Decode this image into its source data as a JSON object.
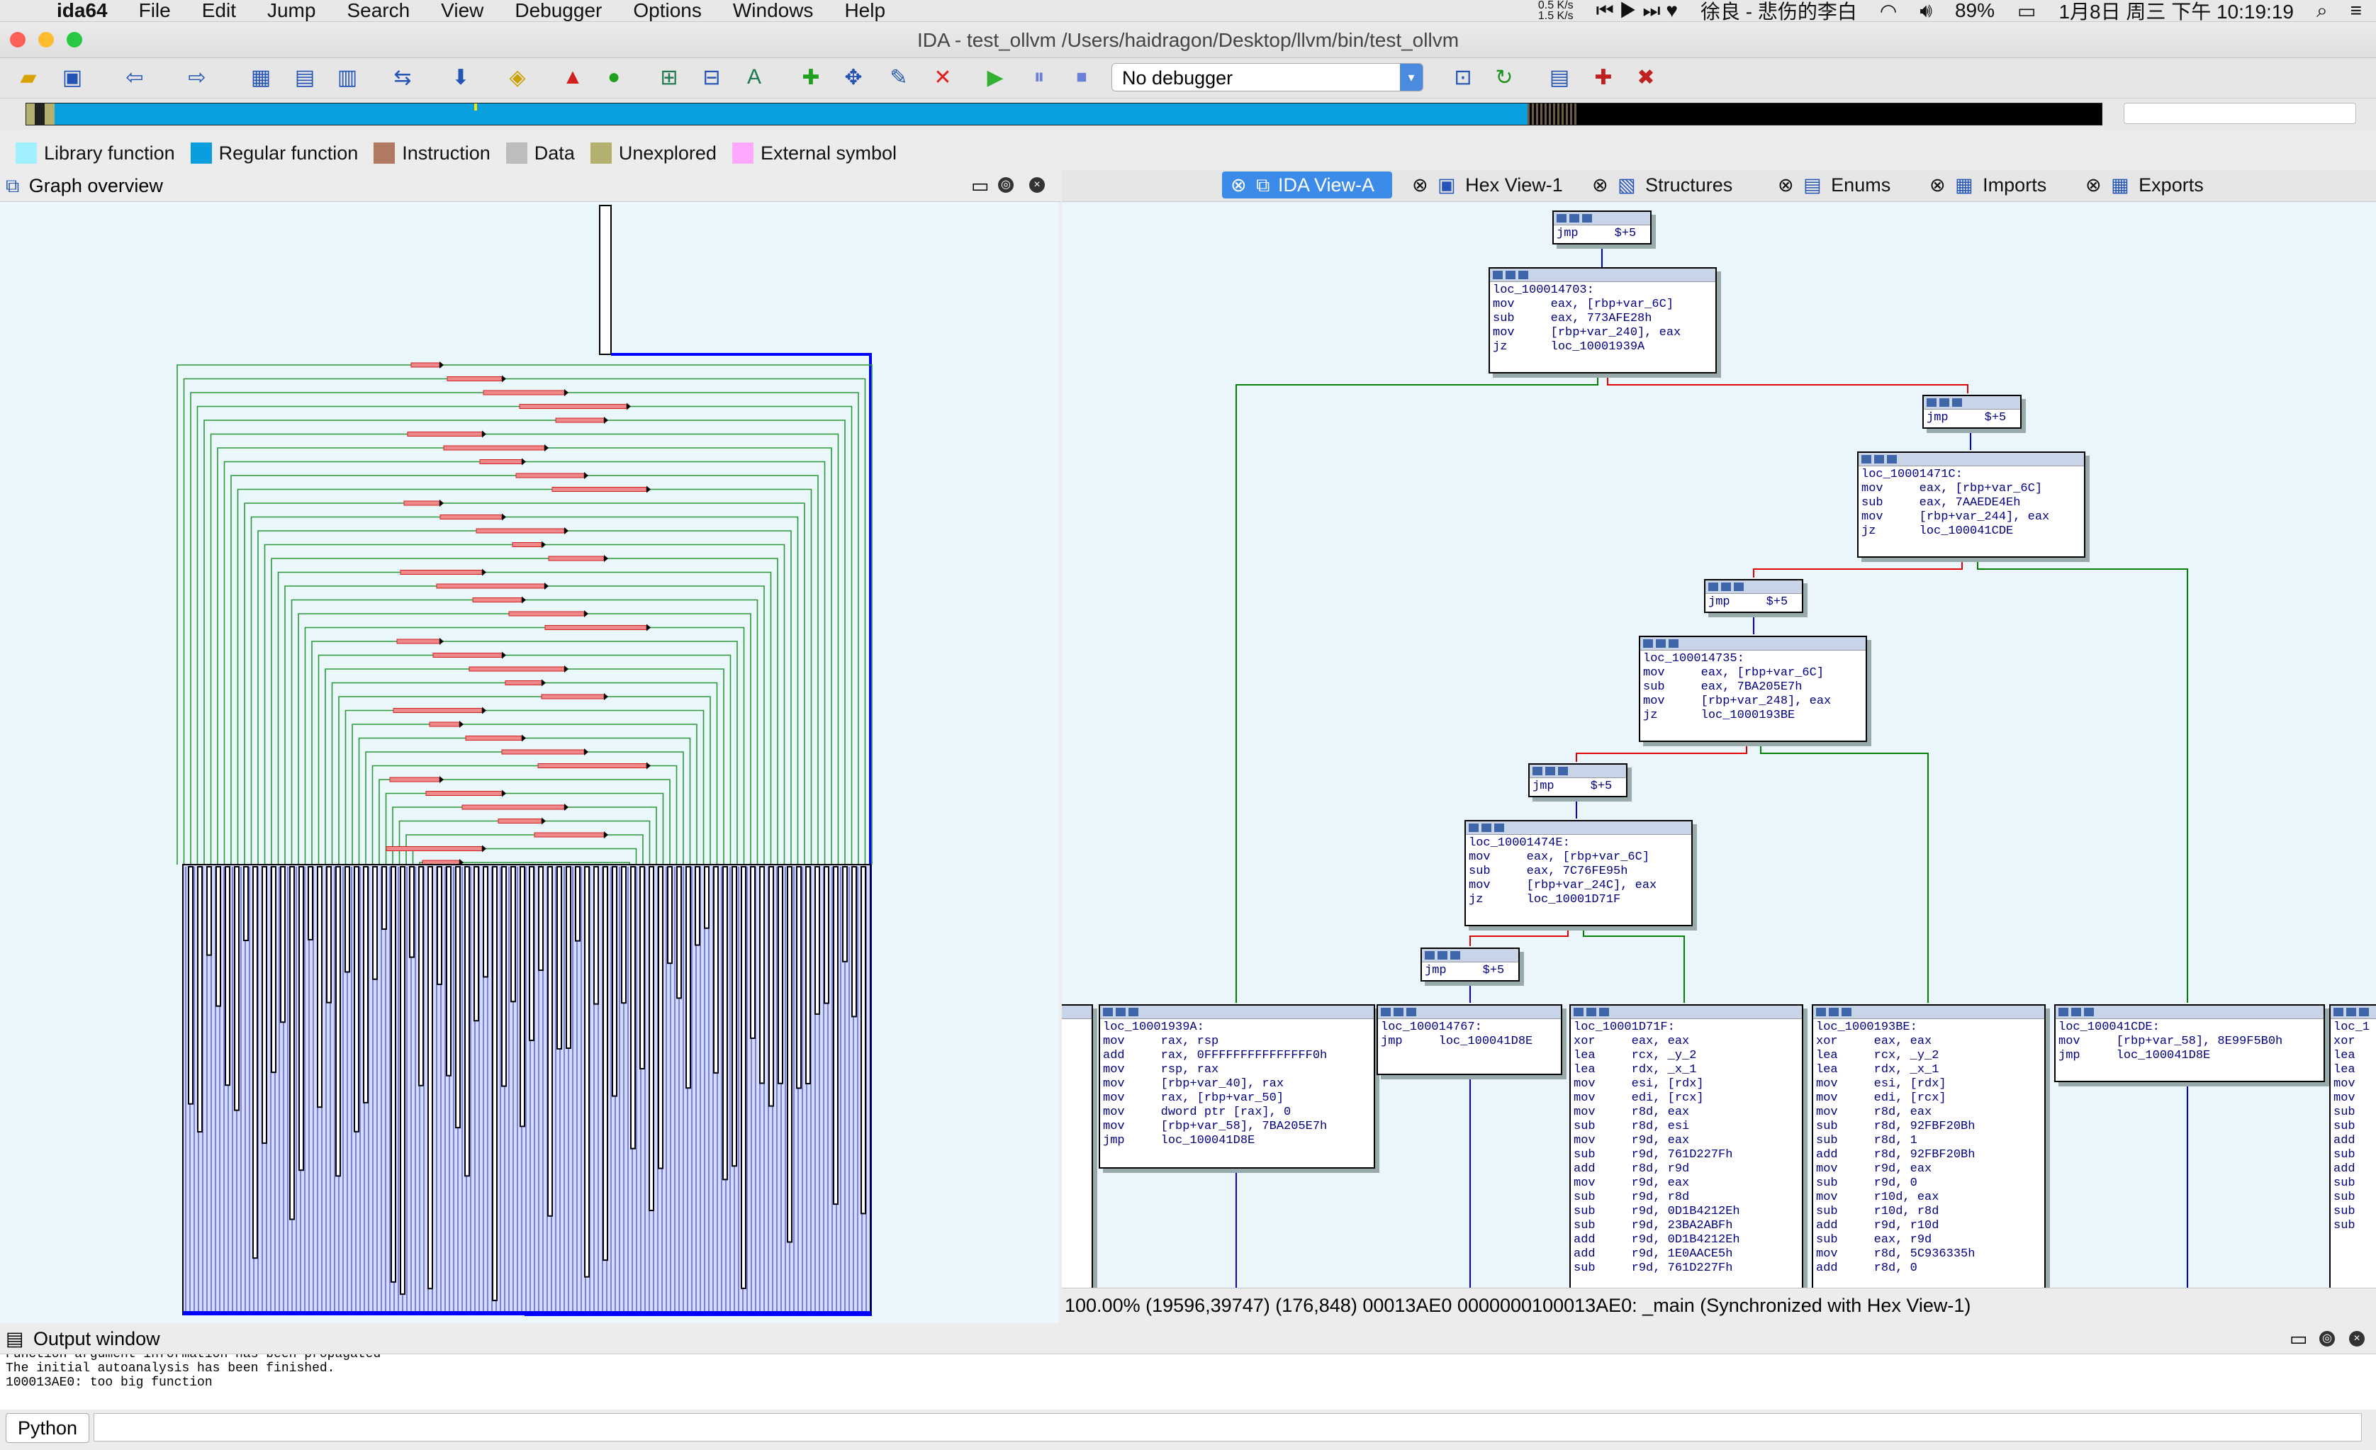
{
  "menubar": {
    "apple": "",
    "app_name": "ida64",
    "items": [
      "File",
      "Edit",
      "Jump",
      "Search",
      "View",
      "Debugger",
      "Options",
      "Windows",
      "Help"
    ],
    "net_up": "0.5 K/s",
    "net_down": "1.5 K/s",
    "now_playing": "徐良 - 悲伤的李白",
    "battery": "89%",
    "clock": "1月8日 周三 下午 10:19:19"
  },
  "window": {
    "title": "IDA - test_ollvm /Users/haidragon/Desktop/llvm/bin/test_ollvm"
  },
  "toolbar": {
    "debugger_select": "No debugger"
  },
  "legend": [
    {
      "label": "Library function",
      "color": "#a0f0ff"
    },
    {
      "label": "Regular function",
      "color": "#0a9ee0"
    },
    {
      "label": "Instruction",
      "color": "#b07a60"
    },
    {
      "label": "Data",
      "color": "#bdbdbd"
    },
    {
      "label": "Unexplored",
      "color": "#b3b070"
    },
    {
      "label": "External symbol",
      "color": "#ffa8ff"
    }
  ],
  "graph_overview": {
    "title": "Graph overview"
  },
  "tabs": [
    {
      "label": "IDA View-A",
      "icon": "graph-icon",
      "active": true
    },
    {
      "label": "Hex View-1",
      "icon": "hex-icon",
      "active": false
    },
    {
      "label": "Structures",
      "icon": "struct-icon",
      "active": false
    },
    {
      "label": "Enums",
      "icon": "enum-icon",
      "active": false
    },
    {
      "label": "Imports",
      "icon": "import-icon",
      "active": false
    },
    {
      "label": "Exports",
      "icon": "export-icon",
      "active": false
    }
  ],
  "nodes": {
    "n1": "jmp     $+5",
    "n2": "loc_100014703:\nmov     eax, [rbp+var_6C]\nsub     eax, 773AFE28h\nmov     [rbp+var_240], eax\njz      loc_10001939A",
    "n3": "jmp     $+5",
    "n4": "loc_10001471C:\nmov     eax, [rbp+var_6C]\nsub     eax, 7AAEDE4Eh\nmov     [rbp+var_244], eax\njz      loc_100041CDE",
    "n5": "jmp     $+5",
    "n6": "loc_100014735:\nmov     eax, [rbp+var_6C]\nsub     eax, 7BA205E7h\nmov     [rbp+var_248], eax\njz      loc_1000193BE",
    "n7": "jmp     $+5",
    "n8": "loc_10001474E:\nmov     eax, [rbp+var_6C]\nsub     eax, 7C76FE95h\nmov     [rbp+var_24C], eax\njz      loc_10001D71F",
    "n9": "jmp     $+5",
    "n10": "loc_10001939A:\nmov     rax, rsp\nadd     rax, 0FFFFFFFFFFFFFFF0h\nmov     rsp, rax\nmov     [rbp+var_40], rax\nmov     rax, [rbp+var_50]\nmov     dword ptr [rax], 0\nmov     [rbp+var_58], 7BA205E7h\njmp     loc_100041D8E",
    "n11": "loc_100014767:\njmp     loc_100041D8E",
    "n12": "loc_10001D71F:\nxor     eax, eax\nlea     rcx, _y_2\nlea     rdx, _x_1\nmov     esi, [rdx]\nmov     edi, [rcx]\nmov     r8d, eax\nsub     r8d, esi\nmov     r9d, eax\nsub     r9d, 761D227Fh\nadd     r8d, r9d\nmov     r9d, eax\nsub     r9d, r8d\nsub     r9d, 0D1B4212Eh\nsub     r9d, 23BA2ABFh\nadd     r9d, 0D1B4212Eh\nadd     r9d, 1E0AACE5h\nsub     r9d, 761D227Fh",
    "n13": "loc_1000193BE:\nxor     eax, eax\nlea     rcx, _y_2\nlea     rdx, _x_1\nmov     esi, [rdx]\nmov     edi, [rcx]\nmov     r8d, eax\nsub     r8d, 92FBF20Bh\nsub     r8d, 1\nadd     r8d, 92FBF20Bh\nmov     r9d, eax\nsub     r9d, 0\nmov     r10d, eax\nsub     r10d, r8d\nadd     r9d, r10d\nsub     eax, r9d\nmov     r8d, 5C936335h\nadd     r8d, 0",
    "n14": "loc_100041CDE:\nmov     [rbp+var_58], 8E99F5B0h\njmp     loc_100041D8E",
    "n15": "loc_1\nxor\nlea\nlea\nmov\nmov\nsub\nsub\nadd\nsub\nadd\nsub\nsub\nsub\nsub"
  },
  "status": {
    "text": "100.00%  (19596,39747)  (176,848)  00013AE0  0000000100013AE0: _main  (Synchronized with Hex View-1)"
  },
  "output": {
    "title": "Output window",
    "lines": [
      "Function argument information has been propagated",
      "The initial autoanalysis has been finished.",
      "100013AE0: too big function"
    ],
    "python_label": "Python"
  }
}
